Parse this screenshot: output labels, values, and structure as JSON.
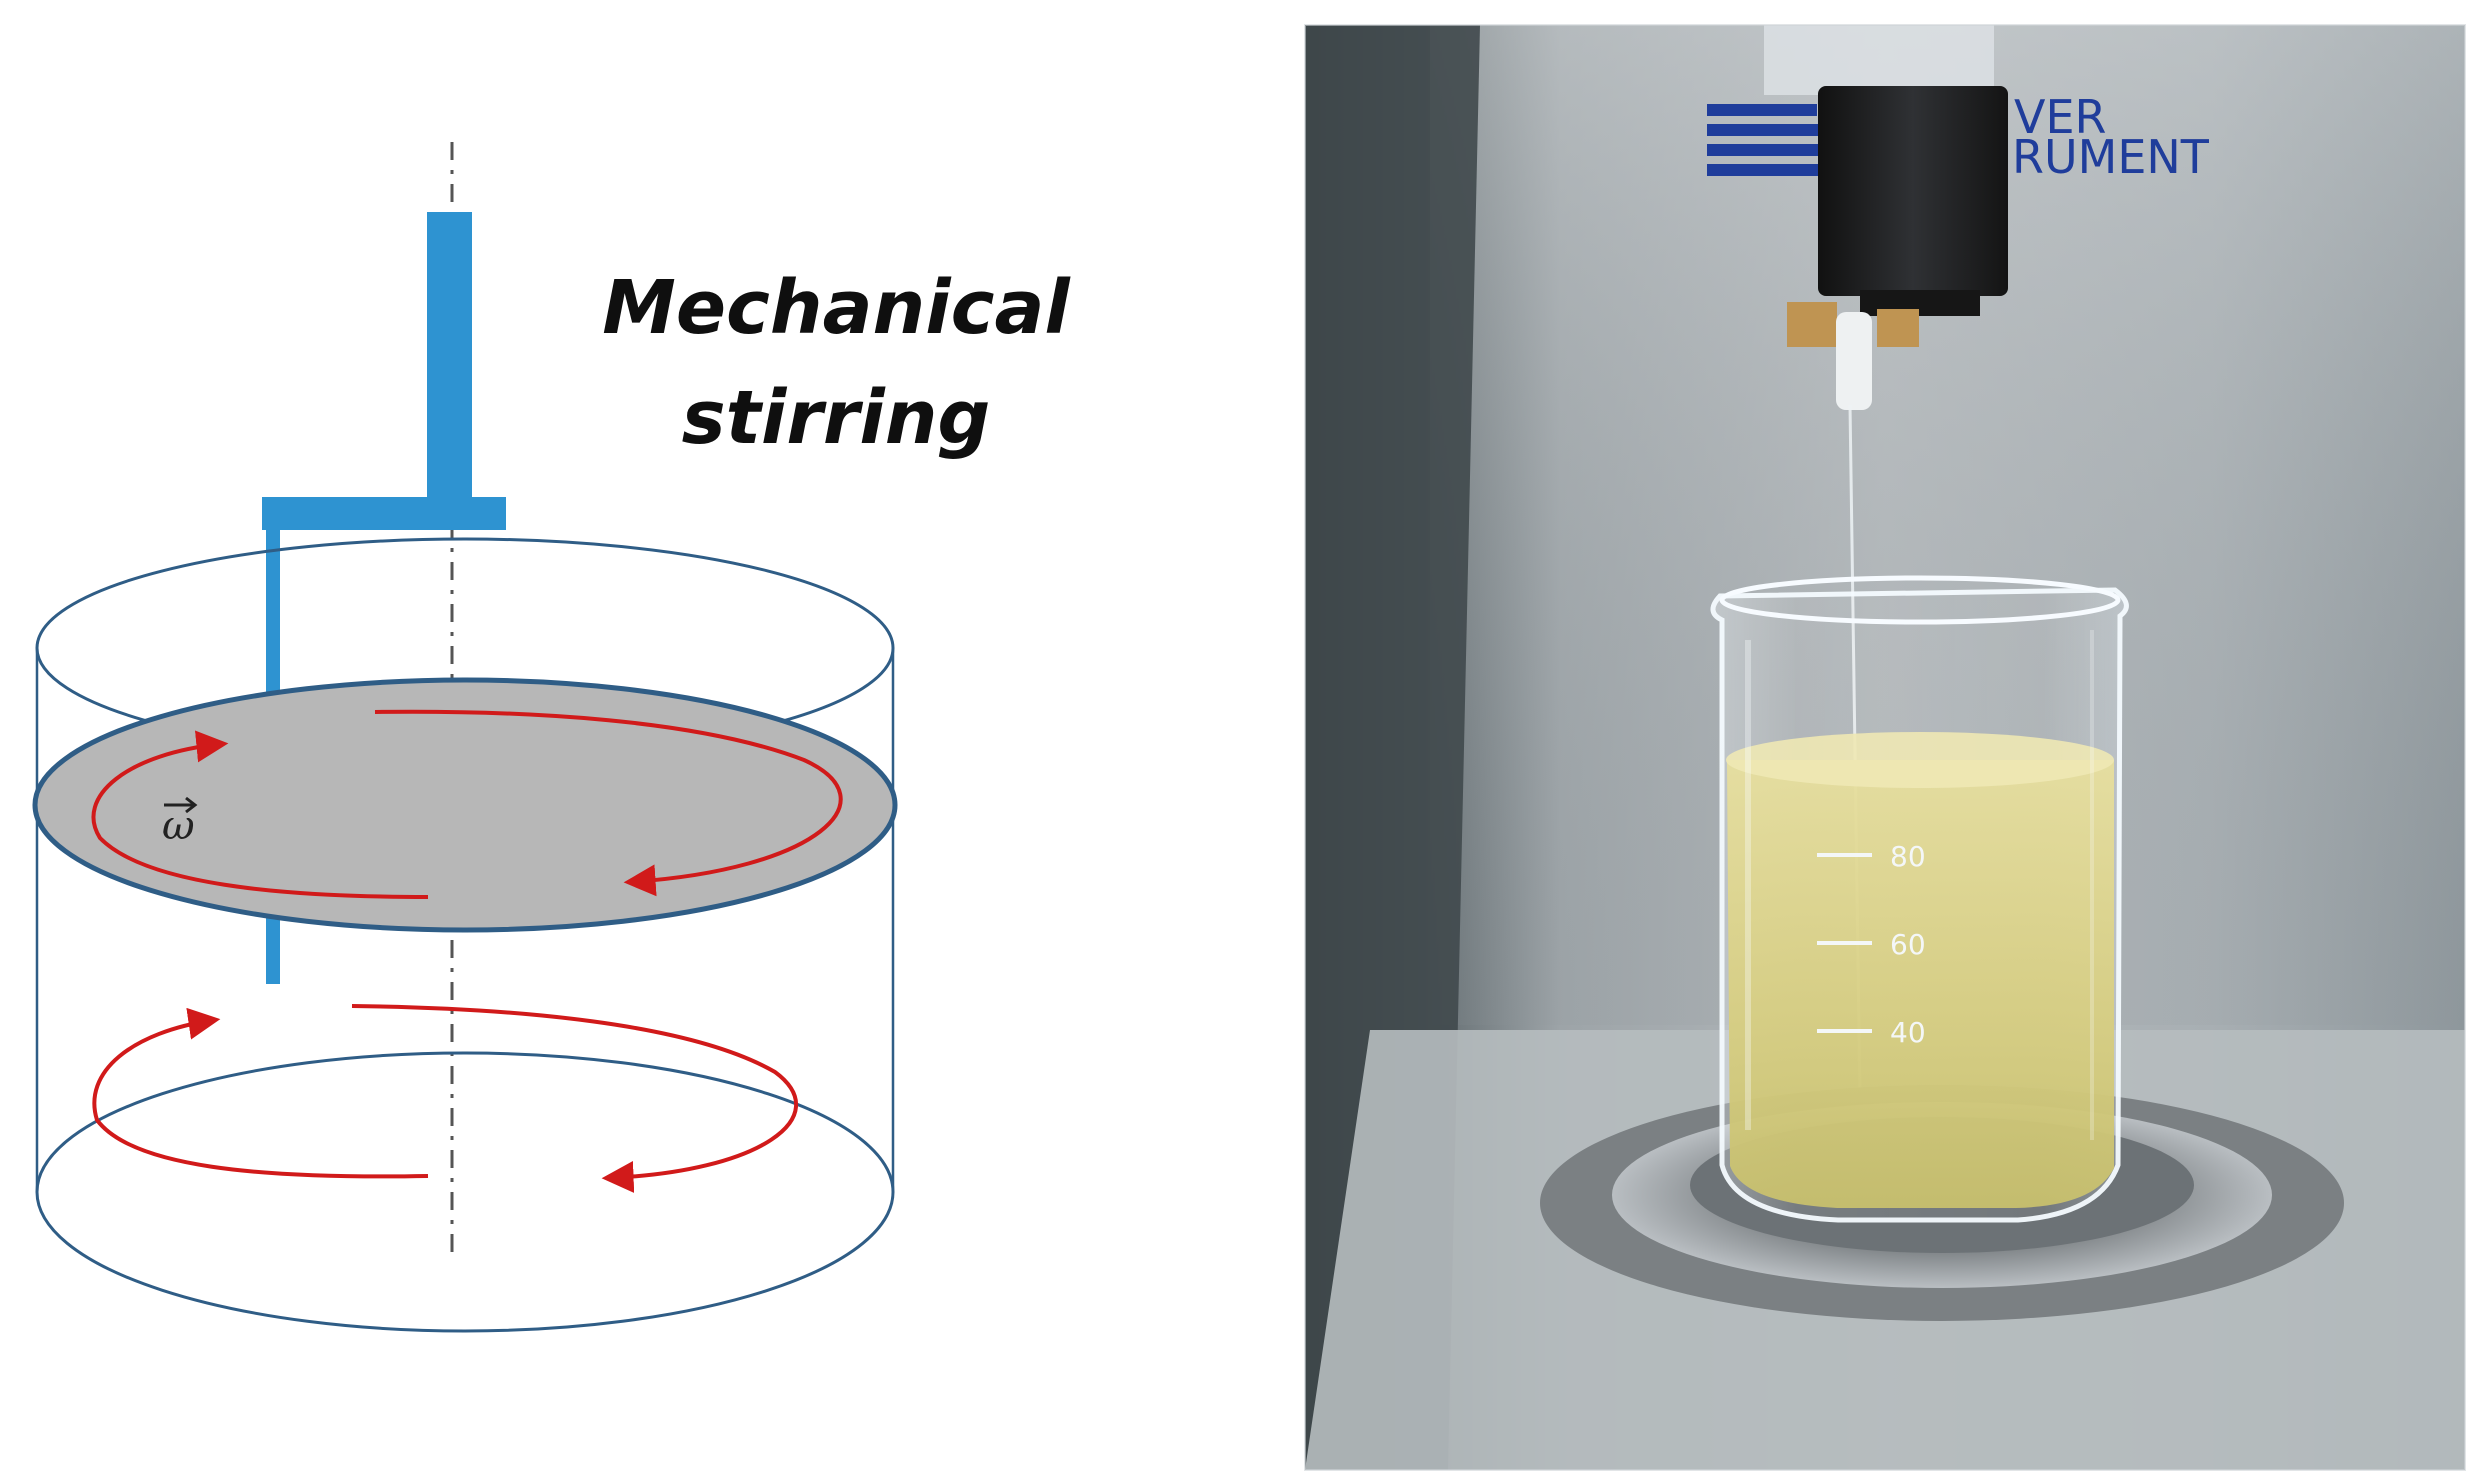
{
  "diagram": {
    "caption_line_1": "Mechanical",
    "caption_line_2": "stirring",
    "omega_symbol": "ω",
    "colors": {
      "vessel_outline": "#2f5d86",
      "stirrer": "#2e93d1",
      "flow_arrows": "#d11a1a",
      "liquid_surface": "#b7b7b7",
      "axis_line": "#555555"
    }
  },
  "photo": {
    "brand_fragment_top": "VER",
    "brand_fragment_bottom": "RUMENT",
    "beaker_marks": [
      "80",
      "60",
      "40"
    ],
    "colors": {
      "background_panel": "#9ba0a2",
      "liquid": "#d7cf85",
      "metal": "#7d8184",
      "tip": "#bf9452",
      "logo": "#1f3d9b"
    }
  }
}
